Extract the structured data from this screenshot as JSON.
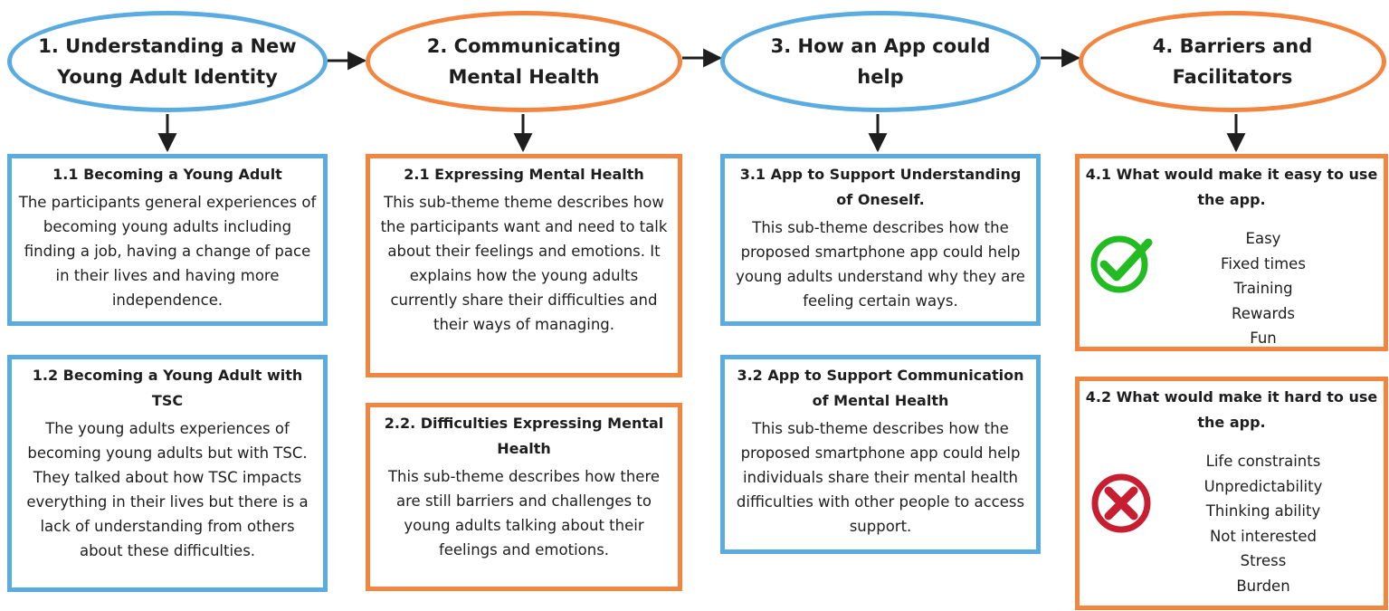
{
  "themes": [
    {
      "title": "1. Understanding a New\nYoung Adult Identity",
      "color": "#5aabe0"
    },
    {
      "title": "2. Communicating\nMental Health",
      "color": "#f2853f"
    },
    {
      "title": "3. How an App could\nhelp",
      "color": "#5aabe0"
    },
    {
      "title": "4. Barriers and\nFacilitators",
      "color": "#f2853f"
    }
  ],
  "subthemes": {
    "s1_1": {
      "title": "1.1 Becoming a Young Adult",
      "body": "The participants general experiences of becoming young adults including finding a job, having a change of pace in their lives and having more independence."
    },
    "s1_2": {
      "title": "1.2 Becoming a Young Adult with TSC",
      "body": "The young adults experiences of becoming young adults but with TSC. They talked about how TSC impacts everything in their lives but there is a lack of understanding from others about these difficulties."
    },
    "s2_1": {
      "title": "2.1 Expressing Mental Health",
      "body": "This sub-theme theme describes how the participants want and need to talk about their feelings and emotions. It explains how the young adults currently share their difficulties and their ways of managing."
    },
    "s2_2": {
      "title": "2.2. Difficulties Expressing Mental Health",
      "body": "This sub-theme describes how there are still barriers and challenges to young adults talking about their feelings and emotions."
    },
    "s3_1": {
      "title": "3.1 App to Support Understanding of Oneself.",
      "body": "This sub-theme describes how the proposed smartphone app could help young adults understand why they are feeling certain ways."
    },
    "s3_2": {
      "title": "3.2 App to Support Communication of Mental Health",
      "body": "This sub-theme describes how the proposed smartphone app could help individuals share their mental health difficulties with other people to access support."
    },
    "s4_1": {
      "title": "4.1 What would make it easy to use the app.",
      "items": [
        "Easy",
        "Fixed times",
        "Training",
        "Rewards",
        "Fun"
      ],
      "icon": "green-check-circle-icon",
      "icon_color": "#22bb22"
    },
    "s4_2": {
      "title": "4.2 What would make it hard to use the app.",
      "items": [
        "Life constraints",
        "Unpredictability",
        "Thinking ability",
        "Not interested",
        "Stress",
        "Burden"
      ],
      "icon": "red-x-circle-icon",
      "icon_color": "#c81e32"
    }
  },
  "colors": {
    "blue": "#5aabe0",
    "orange": "#f2853f",
    "arrow": "#1e1e1e"
  }
}
